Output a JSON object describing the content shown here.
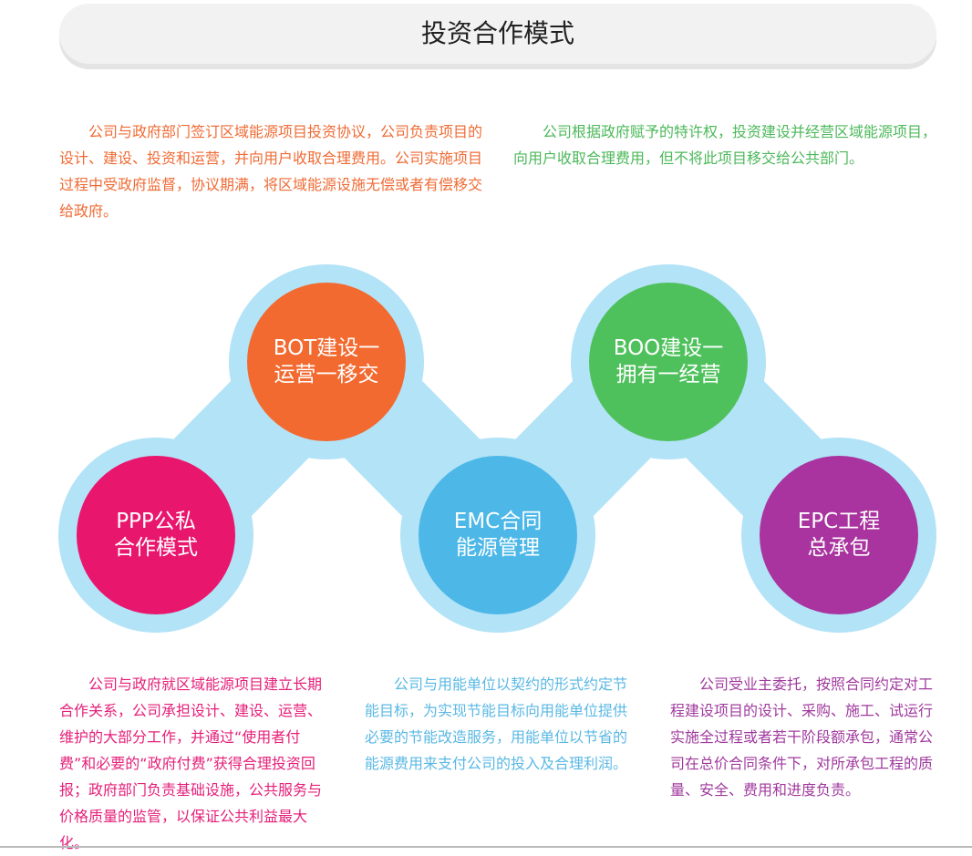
{
  "title": "投资合作模式",
  "descriptions": {
    "bot": "公司与政府部门签订区域能源项目投资协议，公司负责项目的设计、建设、投资和运营，并向用户收取合理费用。公司实施项目过程中受政府监督，协议期满，将区域能源设施无偿或者有偿移交给政府。",
    "boo": "公司根据政府赋予的特许权，投资建设并经营区域能源项目，向用户收取合理费用，但不将此项目移交给公共部门。",
    "ppp": "公司与政府就区域能源项目建立长期合作关系，公司承担设计、建设、运营、维护的大部分工作，并通过“使用者付费”和必要的“政府付费”获得合理投资回报；政府部门负责基础设施，公共服务与价格质量的监管，以保证公共利益最大化。",
    "emc": "公司与用能单位以契约的形式约定节能目标，为实现节能目标向用能单位提供必要的节能改造服务，用能单位以节省的能源费用来支付公司的投入及合理利润。",
    "epc": "公司受业主委托，按照合同约定对工程建设项目的设计、采购、施工、试运行实施全过程或者若干阶段额承包，通常公司在总价合同条件下，对所承包工程的质量、安全、费用和进度负责。"
  },
  "circles": {
    "ppp": {
      "line1": "PPP公私",
      "line2": "合作模式",
      "color": "#e9166e"
    },
    "bot": {
      "line1": "BOT建设一",
      "line2": "运营一移交",
      "color": "#f26a30"
    },
    "emc": {
      "line1": "EMC合同",
      "line2": "能源管理",
      "color": "#4db8e8"
    },
    "boo": {
      "line1": "BOO建设一",
      "line2": "拥有一经营",
      "color": "#4fc15c"
    },
    "epc": {
      "line1": "EPC工程",
      "line2": "总承包",
      "color": "#a9349f"
    }
  },
  "halo_color": "#b3e3f7"
}
